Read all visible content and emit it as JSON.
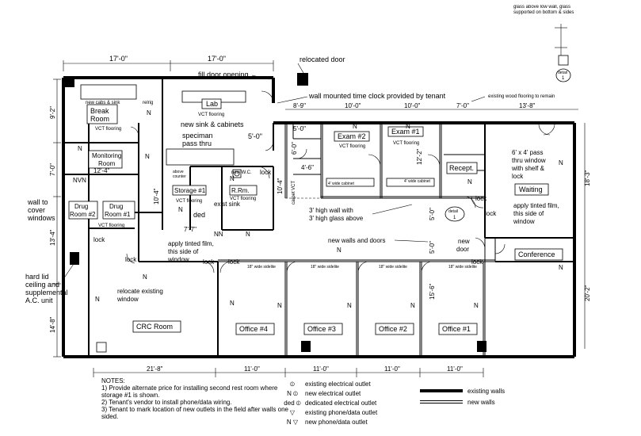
{
  "dimensions": {
    "top": [
      "17'-0\"",
      "17'-0\""
    ],
    "right_top": [
      "7'-0\"",
      "13'-8\""
    ],
    "top_row": [
      "10'-0\"",
      "10'-0\""
    ],
    "bottom": [
      "21'-8\"",
      "11'-0\"",
      "11'-0\"",
      "11'-0\"",
      "11'-0\""
    ],
    "left": [
      "9'-2\"",
      "7'-0\"",
      "13'-4\"",
      "14'-8\""
    ],
    "right_side": [
      "18'-3\"",
      "20'-2\""
    ],
    "inner": [
      "8'-9\"",
      "5'-0\"",
      "5'-0\"",
      "6'-0\"",
      "4'-6\"",
      "10'-4\"",
      "10'-4\"",
      "12'-4\"",
      "12'-2\"",
      "7'-7\"",
      "5'-0\"",
      "5'-0\"",
      "15'-6\"",
      "5'-0\""
    ]
  },
  "rooms": {
    "break_room": "Break\nRoom",
    "break_room_floor": "VCT flooring",
    "lab": "Lab",
    "lab_floor": "VCT flooring",
    "monitoring_room": "Monitoring\nRoom",
    "drug_room_2": "Drug\nRoom #2",
    "drug_room_1": "Drug\nRoom #1",
    "drug_floor": "VCT flooring",
    "storage_1": "Storage #1",
    "storage_floor": "VCT flooring",
    "r_rm": "R.Rm.",
    "r_rm_floor": "VCT flooring",
    "exam_2": "Exam #2",
    "exam_2_floor": "VCT flooring",
    "exam_1": "Exam #1",
    "exam_1_floor": "VCT flooring",
    "recept": "Recept.",
    "waiting": "Waiting",
    "conference": "Conference",
    "crc_room": "CRC Room",
    "office_4": "Office #4",
    "office_3": "Office #3",
    "office_2": "Office #2",
    "office_1": "Office #1"
  },
  "callouts": {
    "relocated_door": "relocated door",
    "fill_door_opening": "fill door opening",
    "time_clock": "wall mounted time clock provided by tenant",
    "wood_flooring": "existing wood flooring to remain",
    "glass_above": "glass above low wall, glass supported on bottom & sides",
    "detail": "detail",
    "detail_num": "1",
    "new_cabs_sink": "new cabs & sink",
    "relrig": "relrig",
    "new_sink_cabinets": "new sink & cabinets",
    "speciman_pass": "speciman pass thru",
    "above_counter": "above counter",
    "new_wc": "new W.C.",
    "exist_sink": "exist sink",
    "lock": "lock",
    "ded": "ded",
    "wall_to_cover": "wall to cover windows",
    "hard_lid": "hard lid ceiling and supplemental A.C. unit",
    "pass_window": "6' x 4' pass thru window with shelf & lock",
    "wide_cabinet_1": "4' wide cabinet",
    "wide_cabinet_2": "4' wide cabinet",
    "carpet": "carpet",
    "vct": "VCT",
    "glass_wall": "3' high wall with 3' high glass above",
    "tinted_right": "apply tinted film, this side of window",
    "tinted_left": "apply tinted film, this side of window",
    "new_walls_doors": "new walls and doors",
    "new_door": "new door",
    "relocate_window": "relocate existing window",
    "sidelite": "18\" wide sidelite",
    "N": "N",
    "NN": "NN",
    "NvN": "NVN"
  },
  "notes": {
    "title": "NOTES:",
    "items": [
      "1) Provide alternate price for installing second rest room where storage #1 is shown.",
      "2) Tenant's vendor to install phone/data wiring.",
      "3) Tenant to mark location of new outlets in the field after walls one sided."
    ]
  },
  "legend": {
    "symbols": [
      {
        "sym": "⦶",
        "desc": "existing electrical outlet"
      },
      {
        "sym": "N ⦶",
        "desc": "new electrical outlet"
      },
      {
        "sym": "ded ⦶",
        "desc": "dedicated electrical outlet"
      },
      {
        "sym": "▽",
        "desc": "existing phone/data outlet"
      },
      {
        "sym": "N ▽",
        "desc": "new phone/data outlet"
      }
    ],
    "existing_walls": "existing walls",
    "new_walls": "new walls"
  }
}
